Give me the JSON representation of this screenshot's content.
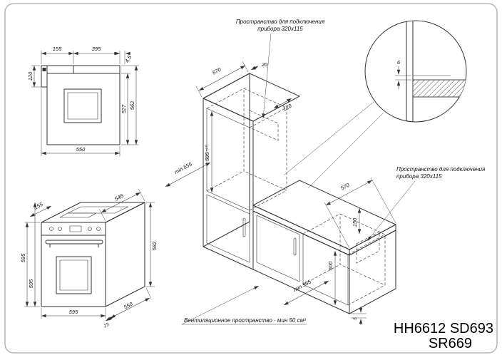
{
  "colors": {
    "line": "#333333",
    "border": "#b5b5b5",
    "text": "#111111"
  },
  "models": {
    "line1": "HH6612 SD693",
    "line2": "SR669"
  },
  "annotations": {
    "connection_top_l1": "Пространство для подключения",
    "connection_top_l2": "прибора 320х115",
    "connection_right_l1": "Пространство для подключения",
    "connection_right_l2": "прибора 320х115",
    "ventilation": "Вентиляционное пространство - мин 50 см³"
  },
  "side_view": {
    "depth_front": "155",
    "depth_body": "395",
    "gap_top": "4.5",
    "panel_height": "120",
    "height_inner": "527",
    "height_total": "562",
    "depth_total": "550"
  },
  "iso_view": {
    "front_depth": "155",
    "top_width": "546",
    "height_left_outer": "595",
    "height_left_inner": "595",
    "depth_right": "582",
    "width_bottom": "595",
    "depth_bottom": "550",
    "plinth": "23"
  },
  "tall_cabinet": {
    "depth": "570",
    "back_gap": "20",
    "niche_height": "595⁻¹⁰",
    "conn_offset": "120",
    "niche_depth": "min 555"
  },
  "base_cabinet": {
    "depth": "570",
    "conn_offset": "150",
    "niche_height": "600",
    "niche_depth": "min 555",
    "floor_gap": "5"
  },
  "detail": {
    "gap": "6"
  }
}
